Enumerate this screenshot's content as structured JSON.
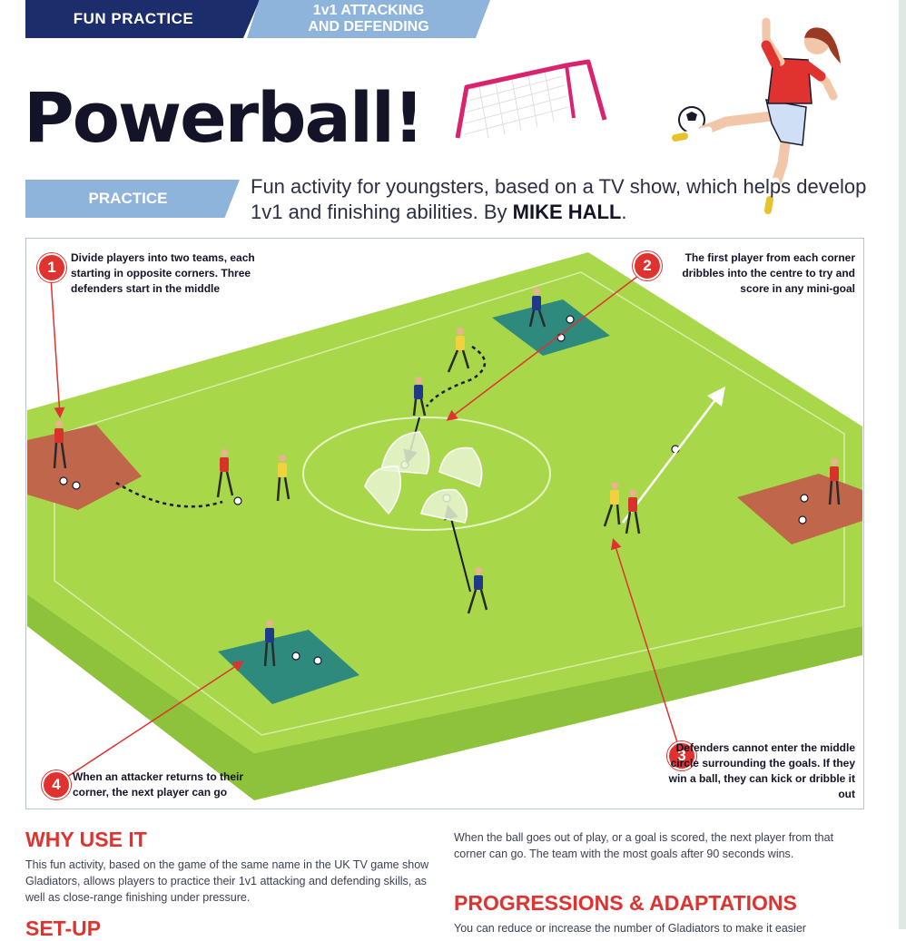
{
  "header": {
    "tab_fun": "FUN PRACTICE",
    "tab_type_line1": "1v1 ATTACKING",
    "tab_type_line2": "AND DEFENDING"
  },
  "title": "Powerball!",
  "practice_tag": "PRACTICE",
  "intro": {
    "text": "Fun activity for youngsters, based on a TV show, which helps develop 1v1 and finishing abilities. By ",
    "author": "MIKE HALL",
    "end": "."
  },
  "callouts": [
    {
      "number": "1",
      "text": "Divide players into two teams, each starting in opposite corners. Three defenders start in the middle"
    },
    {
      "number": "2",
      "text": "The first player from each corner dribbles into the centre to try and score in any mini-goal"
    },
    {
      "number": "3",
      "text": "Defenders cannot enter the middle circle surrounding the goals. If they win a ball, they can kick or dribble it out"
    },
    {
      "number": "4",
      "text": "When an attacker returns to their corner, the next player can go"
    }
  ],
  "why_use_it": {
    "heading": "WHY USE IT",
    "body": "This fun activity, based on the game of the same name in the UK TV game show Gladiators, allows players to practice their 1v1 attacking and defending skills, as well as close-range finishing under pressure."
  },
  "setup": {
    "heading": "SET-UP"
  },
  "right_col": {
    "body": "When the ball goes out of play, or a goal is scored, the next player from that corner can go. The team with the most goals after 90 seconds wins.",
    "progressions_heading": "PROGRESSIONS & ADAPTATIONS",
    "progressions_body": "You can reduce or increase the number of Gladiators to make it easier"
  },
  "colors": {
    "navy": "#1c2d6b",
    "light_blue": "#8fb4dc",
    "accent_red": "#e0322f",
    "pitch_green": "#a8d84a",
    "corner_teal": "#2e8a7c",
    "corner_terracotta": "#c0664a"
  }
}
